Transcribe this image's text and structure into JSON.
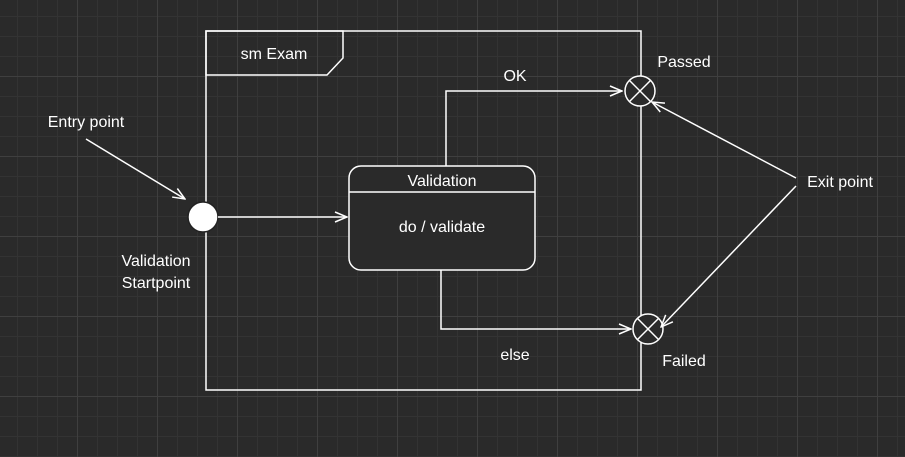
{
  "diagram": {
    "frame_title": "sm Exam",
    "state": {
      "name": "Validation",
      "activity": "do / validate"
    },
    "entry_point_label": "Entry point",
    "start_label_line1": "Validation",
    "start_label_line2": "Startpoint",
    "exit_point_label": "Exit point",
    "passed_label": "Passed",
    "failed_label": "Failed",
    "ok_label": "OK",
    "else_label": "else"
  },
  "colors": {
    "background": "#2a2a2a",
    "stroke": "#ffffff",
    "state_fill": "#2a2a2a"
  }
}
